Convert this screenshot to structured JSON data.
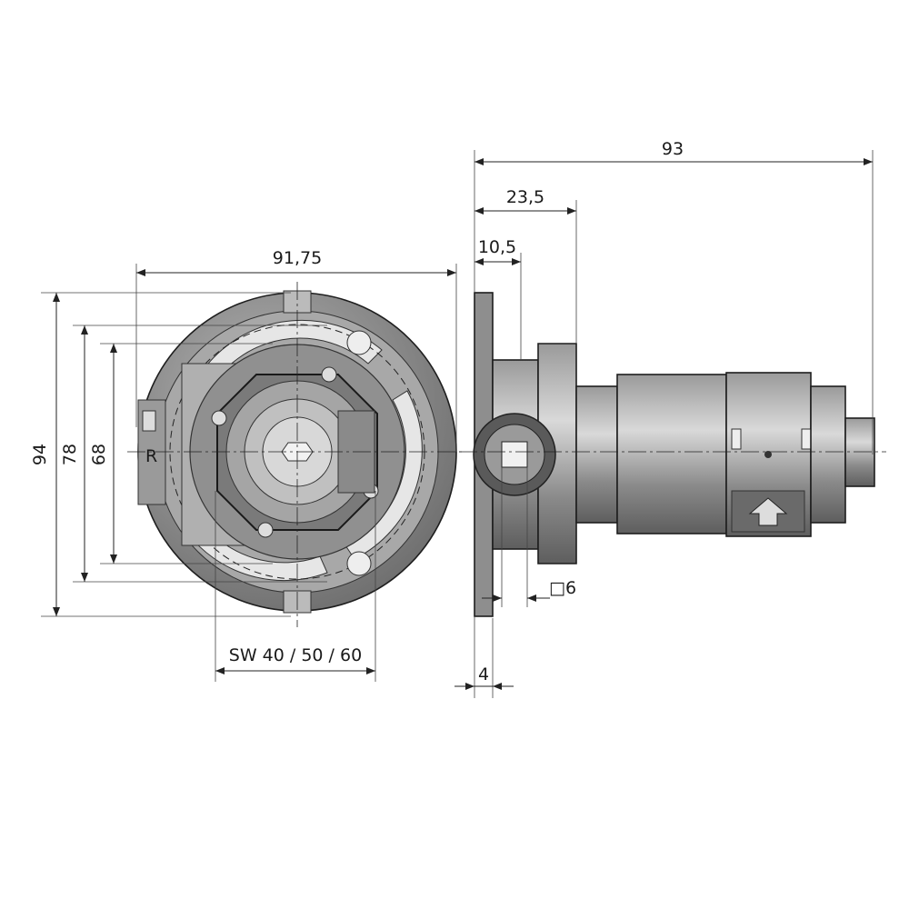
{
  "drawing": {
    "front_view": {
      "width_label": "91,75",
      "height_outer_label": "94",
      "height_mid_label": "78",
      "height_inner_label": "68",
      "wrench_size_label": "SW 40 / 50 / 60",
      "direction_mark": "R"
    },
    "side_view": {
      "overall_length_label": "93",
      "body_length_label": "23,5",
      "flange_offset_label": "10,5",
      "flange_thickness_label": "4",
      "square_drive_label": "□6"
    },
    "colors": {
      "part_fill": "#8c8c8c",
      "part_light": "#bdbdbd",
      "part_dark": "#5a5a5a",
      "line": "#222222"
    }
  }
}
